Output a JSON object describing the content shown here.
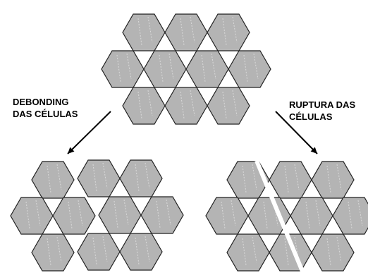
{
  "labels": {
    "debonding": {
      "line1": "DEBONDING",
      "line2": "DAS CÉLULAS"
    },
    "rupture": {
      "line1": "RUPTURA DAS",
      "line2": "CÉLULAS"
    }
  },
  "colors": {
    "cell_fill": "#b4b4b4",
    "cell_stroke": "#222222",
    "cell_wall_hint": "#dadada",
    "fracture_line": "#ffffff",
    "arrow": "#000000"
  }
}
